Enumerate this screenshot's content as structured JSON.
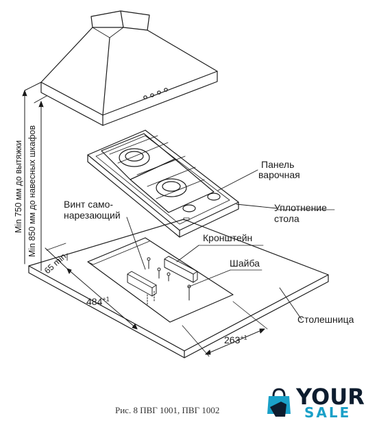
{
  "labels": {
    "panel_line1": "Панель",
    "panel_line2": "варочная",
    "seal_line1": "Уплотнение",
    "seal_line2": "стола",
    "screw_line1": "Винт само-",
    "screw_line2": "нарезающий",
    "bracket": "Кронштейн",
    "washer": "Шайба",
    "countertop": "Столешница",
    "dim_depth": "484",
    "dim_depth_tol": "+1",
    "dim_width": "263",
    "dim_width_tol": "+1",
    "dim_edge": "65 min",
    "dim_hood": "Min 750 мм до вытяжки",
    "dim_cabinets": "Min 850 мм до навесных шкафов"
  },
  "caption": "Рис. 8     ПВГ 1001, ПВГ 1002",
  "logo": {
    "word1": "YOUR",
    "word2": "SALE",
    "color_dark": "#0d1c2e",
    "color_accent": "#1aa0c8",
    "icon": "shopping-bag-hand-icon"
  }
}
